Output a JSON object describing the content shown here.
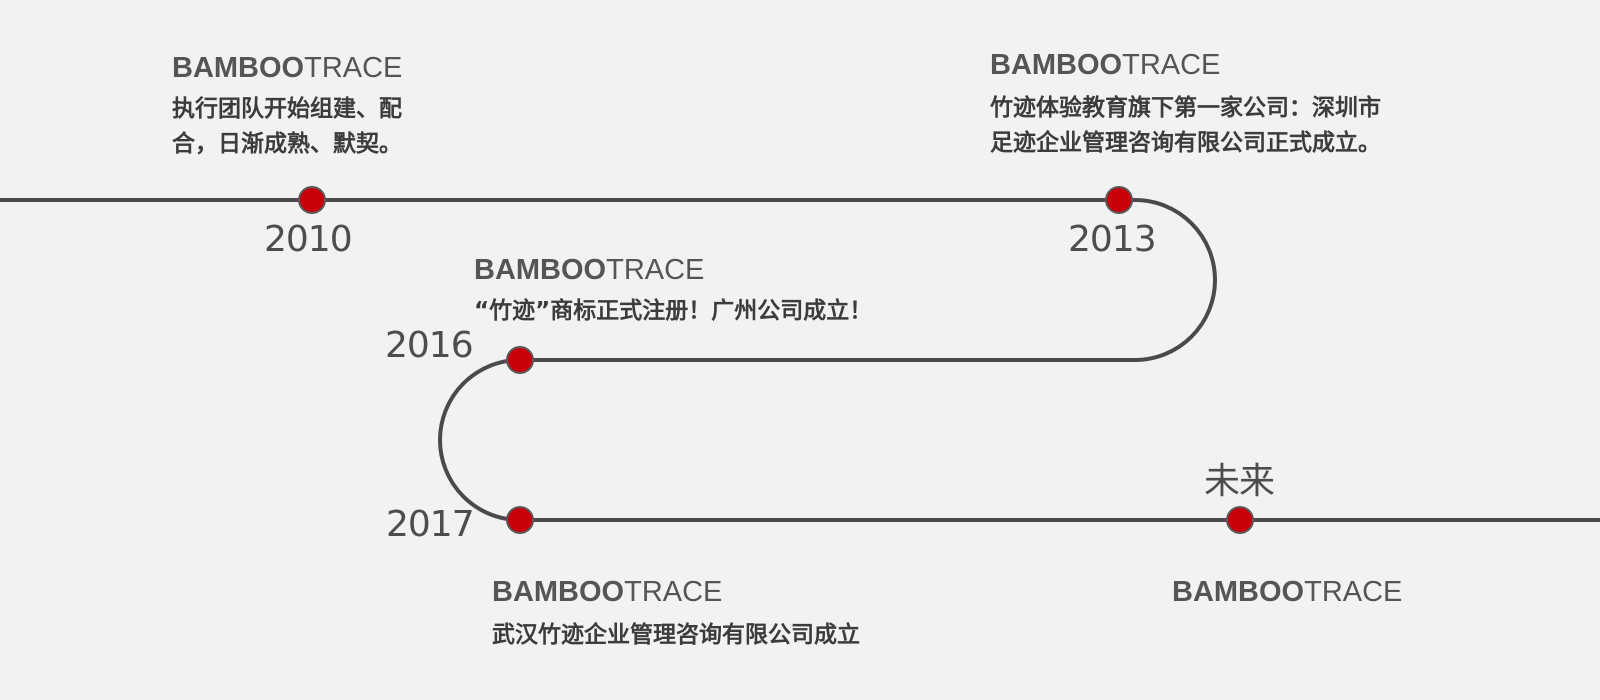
{
  "colors": {
    "background": "#f2f2f2",
    "line": "#4a4a4a",
    "dot": "#c8000a",
    "text": "#4d4d4d"
  },
  "milestones": [
    {
      "year": "2010",
      "brand_bold": "BAMBOO",
      "brand_light": "TRACE",
      "lines": [
        "执行团队开始组建、配",
        "合，日渐成熟、默契。"
      ]
    },
    {
      "year": "2013",
      "brand_bold": "BAMBOO",
      "brand_light": "TRACE",
      "lines": [
        "竹迹体验教育旗下第一家公司：深圳市",
        "足迹企业管理咨询有限公司正式成立。"
      ]
    },
    {
      "year": "2016",
      "brand_bold": "BAMBOO",
      "brand_light": "TRACE",
      "lines": [
        "“竹迹”商标正式注册！广州公司成立！"
      ]
    },
    {
      "year": "2017",
      "brand_bold": "BAMBOO",
      "brand_light": "TRACE",
      "lines": [
        "武汉竹迹企业管理咨询有限公司成立"
      ]
    },
    {
      "year": "未来",
      "brand_bold": "BAMBOO",
      "brand_light": "TRACE",
      "lines": []
    }
  ]
}
